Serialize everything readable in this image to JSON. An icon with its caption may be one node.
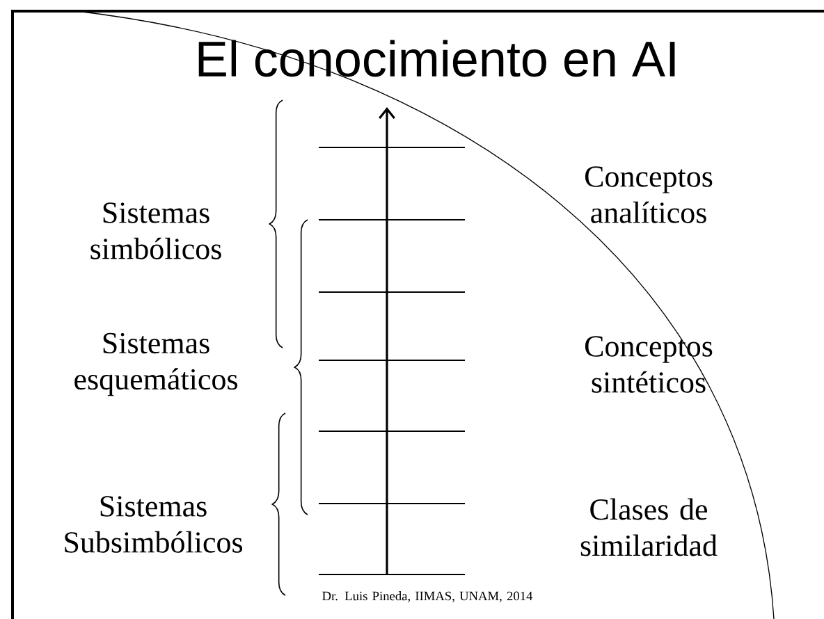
{
  "diagram": {
    "title": "El conocimiento en AI",
    "labels": [
      "Sistemas simbólicos",
      "Conceptos analíticos",
      "Sistemas esquemáticos",
      "Conceptos sintéticos",
      "Sistemas Subsimbólicos",
      "Clases de similaridad",
      "Dr. Luis Pineda, IIMAS, UNAM, 2014"
    ]
  }
}
